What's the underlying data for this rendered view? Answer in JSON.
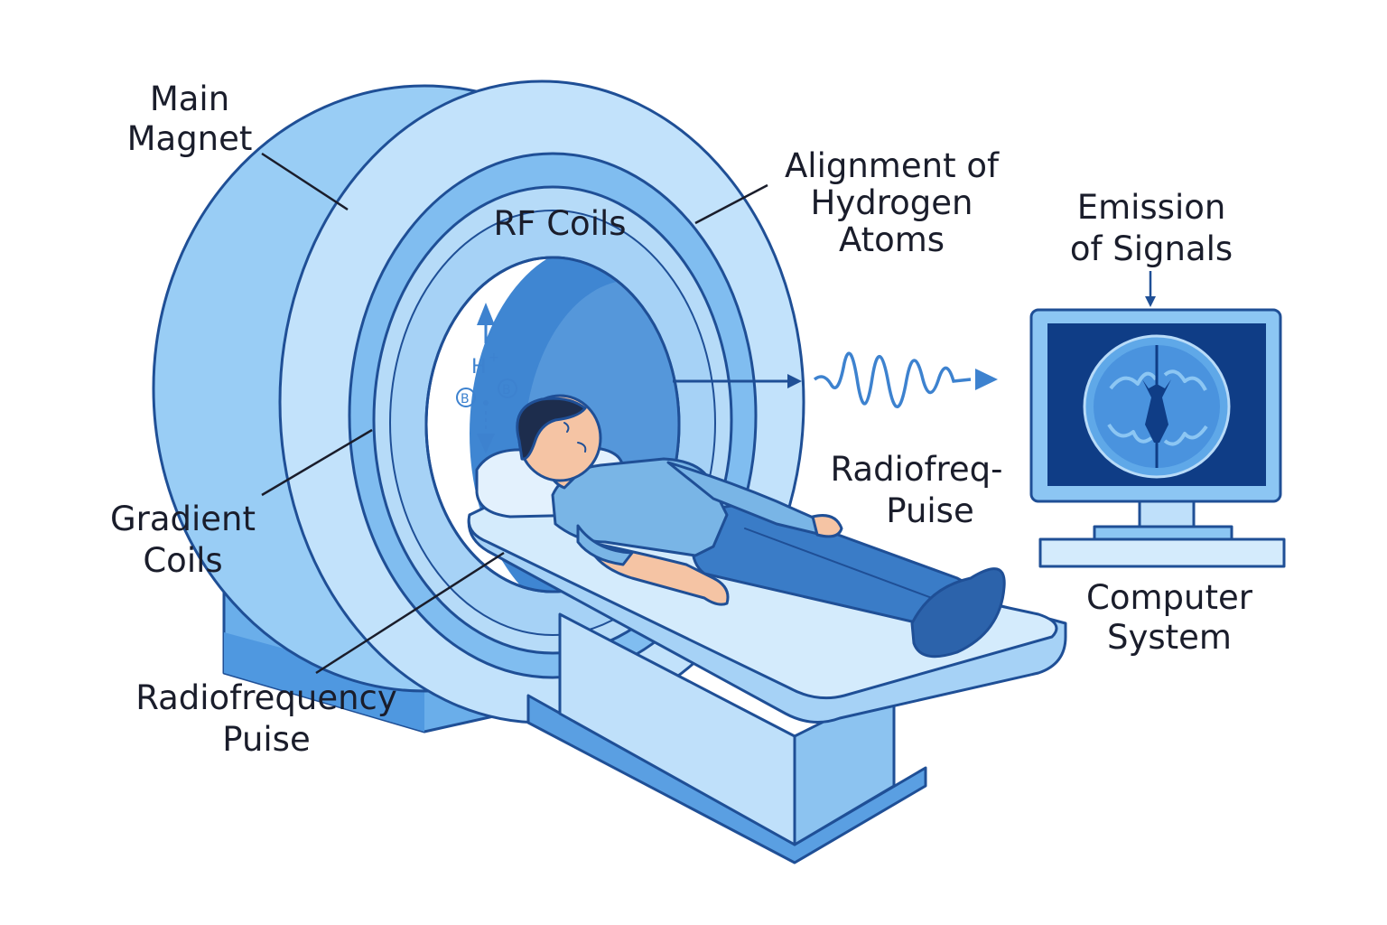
{
  "labels": {
    "main_magnet": [
      "Main",
      "Magnet"
    ],
    "rf_coils": "RF Coils",
    "alignment": [
      "Alignment of",
      "Hydrogen",
      "Atoms"
    ],
    "emission": [
      "Emission",
      "of Signals"
    ],
    "radiofreq_right": [
      "Radiofreq-",
      "Puise"
    ],
    "gradient_coils": [
      "Gradient",
      "Coils"
    ],
    "radiofrequency_left": [
      "Radiofrequency",
      "Puise"
    ],
    "computer_system": [
      "Computer",
      "System"
    ]
  },
  "bore_glyphs": {
    "hydrogen": "H",
    "charge": "+",
    "atom_symbol": "B"
  },
  "colors": {
    "outline": "#1f4f96",
    "magnet_light": "#bfe0fa",
    "magnet_mid": "#8cc6f3",
    "bore_dark": "#3b82d0",
    "screen_bg": "#0f3d86",
    "brain": "#5fa8e8",
    "skin": "#f5c4a4",
    "shirt": "#79b5e6",
    "pants": "#3a7cc7",
    "text": "#1a1d2b"
  }
}
